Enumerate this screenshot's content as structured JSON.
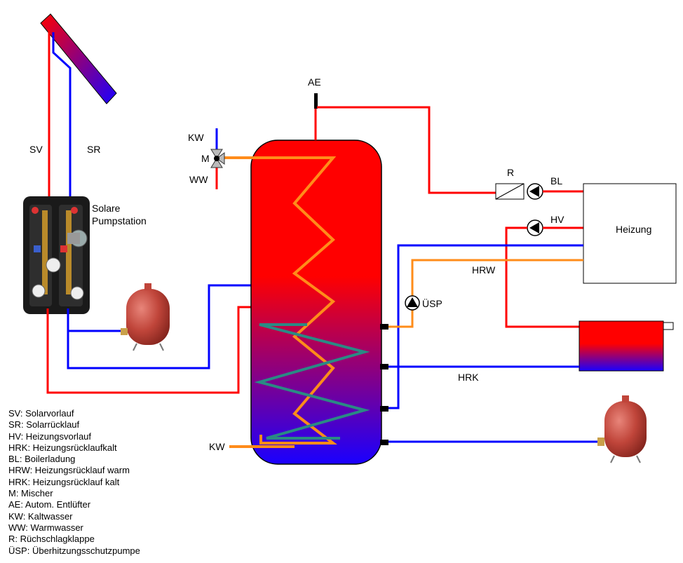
{
  "labels": {
    "sv": "SV",
    "sr": "SR",
    "station_line1": "Solare",
    "station_line2": "Pumpstation",
    "ae": "AE",
    "kw_top": "KW",
    "m": "M",
    "ww": "WW",
    "r": "R",
    "bl": "BL",
    "hv": "HV",
    "heizung": "Heizung",
    "hrw": "HRW",
    "usp": "ÜSP",
    "hrk": "HRK",
    "kw_bottom": "KW"
  },
  "legend": [
    "SV: Solarvorlauf",
    "SR: Solarrücklauf",
    "HV: Heizungsvorlauf",
    "HRK: Heizungsrücklaufkalt",
    "BL: Boilerladung",
    "HRW: Heizungsrücklauf warm",
    "HRK: Heizungsrücklauf kalt",
    "M: Mischer",
    "AE: Autom. Entlüfter",
    "KW: Kaltwasser",
    "WW: Warmwasser",
    "R: Rüchschlagklappe",
    "ÜSP: Überhitzungsschutzpumpe"
  ],
  "colors": {
    "hot": "#ff0000",
    "cold": "#0000ff",
    "warm": "#ff8c1a",
    "coil": "#2a8a84",
    "vessel": "#c0453a"
  }
}
